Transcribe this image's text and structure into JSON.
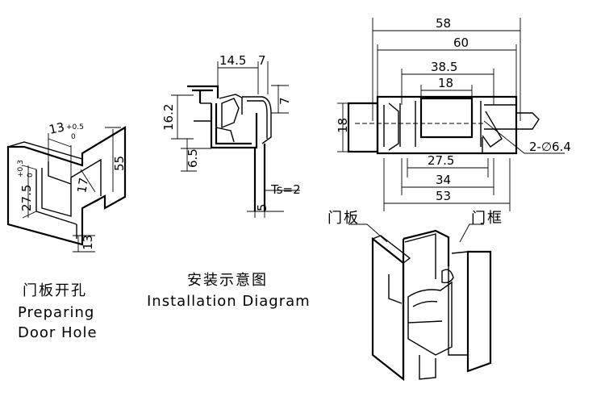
{
  "preparing_door_hole": {
    "dim_top": "13",
    "dim_top_tol": "+0.5",
    "dim_top_tol2": "0",
    "dim_side": "27.5",
    "dim_side_tol": "+0.3",
    "dim_side_tol2": "0",
    "dim_17": "17",
    "dim_55": "55",
    "dim_13": "13",
    "caption_cn": "门板开孔",
    "caption_en_1": "Preparing",
    "caption_en_2": "Door Hole"
  },
  "installation_diagram": {
    "dim_14_5": "14.5",
    "dim_7_top": "7",
    "dim_7_right": "7",
    "dim_16_2": "16.2",
    "dim_6_5": "6.5",
    "dim_ts": "Ts=2",
    "dim_5": "5",
    "caption_cn": "安装示意图",
    "caption_en": "Installation Diagram"
  },
  "front_view": {
    "dim_58": "58",
    "dim_60": "60",
    "dim_38_5": "38.5",
    "dim_18_top": "18",
    "dim_18_left": "18",
    "dim_27_5": "27.5",
    "dim_34": "34",
    "dim_53": "53",
    "dim_holes": "2-∅6.4"
  },
  "iso_view": {
    "label_door": "门板",
    "label_frame": "门框"
  }
}
